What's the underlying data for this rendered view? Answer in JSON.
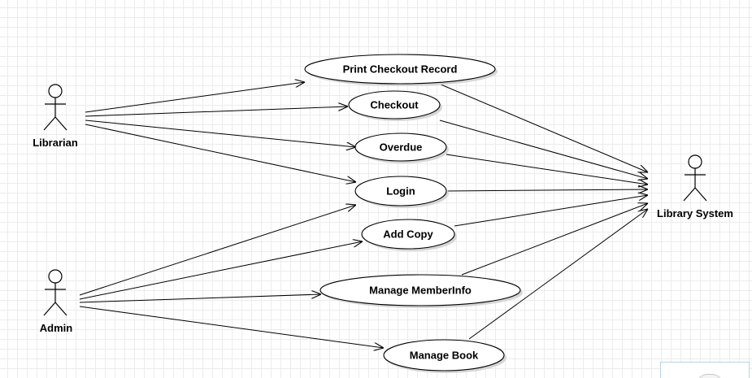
{
  "diagram": {
    "type": "uml-use-case",
    "actors": [
      {
        "id": "librarian",
        "label": "Librarian"
      },
      {
        "id": "admin",
        "label": "Admin"
      },
      {
        "id": "library-system",
        "label": "Library System"
      }
    ],
    "use_cases": [
      {
        "id": "print-checkout-record",
        "label": "Print Checkout Record"
      },
      {
        "id": "checkout",
        "label": "Checkout"
      },
      {
        "id": "overdue",
        "label": "Overdue"
      },
      {
        "id": "login",
        "label": "Login"
      },
      {
        "id": "add-copy",
        "label": "Add Copy"
      },
      {
        "id": "manage-memberinfo",
        "label": "Manage MemberInfo"
      },
      {
        "id": "manage-book",
        "label": "Manage Book"
      }
    ],
    "associations": [
      {
        "from": "librarian",
        "to": "print-checkout-record"
      },
      {
        "from": "librarian",
        "to": "checkout"
      },
      {
        "from": "librarian",
        "to": "overdue"
      },
      {
        "from": "librarian",
        "to": "login"
      },
      {
        "from": "admin",
        "to": "login"
      },
      {
        "from": "admin",
        "to": "add-copy"
      },
      {
        "from": "admin",
        "to": "manage-memberinfo"
      },
      {
        "from": "admin",
        "to": "manage-book"
      },
      {
        "from": "print-checkout-record",
        "to": "library-system"
      },
      {
        "from": "checkout",
        "to": "library-system"
      },
      {
        "from": "overdue",
        "to": "library-system"
      },
      {
        "from": "login",
        "to": "library-system"
      },
      {
        "from": "add-copy",
        "to": "library-system"
      },
      {
        "from": "manage-memberinfo",
        "to": "library-system"
      },
      {
        "from": "manage-book",
        "to": "library-system"
      }
    ]
  }
}
